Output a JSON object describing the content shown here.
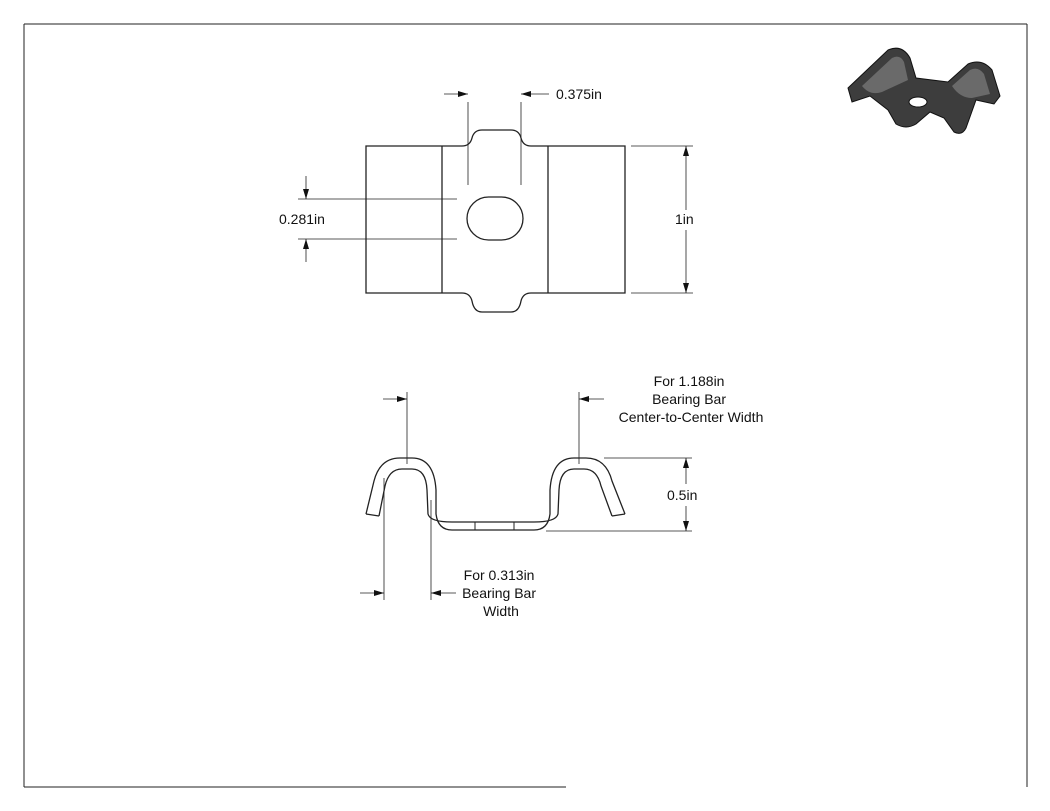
{
  "top_view": {
    "dim_slot_width": "0.375in",
    "dim_slot_height": "0.281in",
    "dim_height": "1in"
  },
  "side_view": {
    "note_center_width": [
      "For 1.188in",
      "Bearing Bar",
      "Center-to-Center Width"
    ],
    "dim_depth": "0.5in",
    "note_bar_width": [
      "For 0.313in",
      "Bearing Bar",
      "Width"
    ]
  },
  "iso_view": {
    "fill": "#3d3d3d"
  }
}
